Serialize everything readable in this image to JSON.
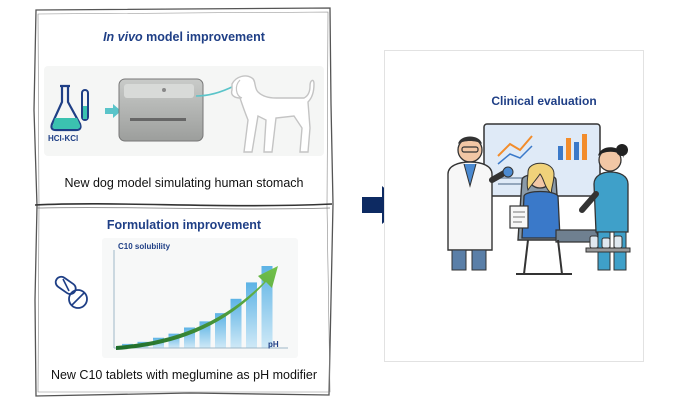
{
  "left_panel": {
    "top_title_italic": "In vivo",
    "top_title_rest": " model improvement",
    "acid_label": "HCl-KCl",
    "top_caption": "New dog model simulating human stomach",
    "bottom_title": "Formulation improvement",
    "chart_ylabel": "C10 solubility",
    "chart_xlabel": "pH",
    "bottom_caption": "New C10 tablets with meglumine as pH modifier"
  },
  "right_panel": {
    "title": "Clinical evaluation"
  },
  "chart_data": {
    "type": "bar",
    "ylabel": "C10 solubility",
    "xlabel": "pH",
    "values": [
      1,
      1.5,
      2.5,
      3.5,
      5,
      6.5,
      8.5,
      12,
      16,
      20
    ]
  },
  "colors": {
    "title_blue": "#1f3f86",
    "arrow_navy": "#0d2a62",
    "bar_blue": "#4aa6dd",
    "trend_green": "#3f9a3a"
  }
}
